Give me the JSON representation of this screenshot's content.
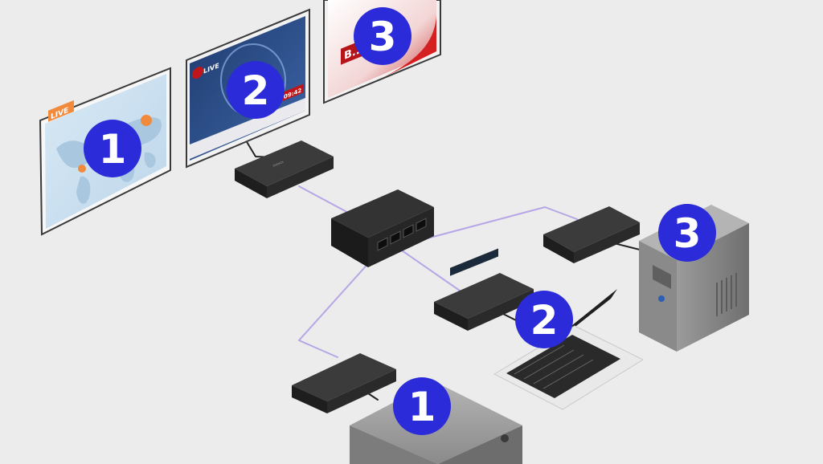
{
  "colors": {
    "background": "#ececec",
    "badge": "#2b2bd9",
    "cable": "#b7a6e6",
    "device_dark": "#2a2a2a",
    "device_gray": "#8e8e8e"
  },
  "screens": {
    "map": {
      "badge": "1",
      "tag": "LIVE"
    },
    "news": {
      "badge": "2",
      "tag": "LIVE",
      "corner": "09:42"
    },
    "breaking": {
      "badge": "3",
      "tag": "B..."
    }
  },
  "sources": {
    "media_player": {
      "badge": "1"
    },
    "laptop": {
      "badge": "2"
    },
    "tower_pc": {
      "badge": "3"
    }
  },
  "icons": {
    "switch": "network-switch-icon",
    "extender": "hdmi-extender-icon"
  }
}
